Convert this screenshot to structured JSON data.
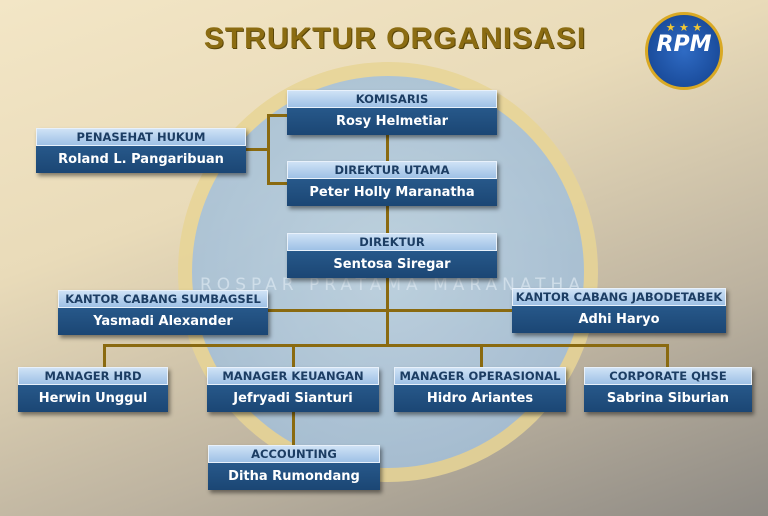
{
  "title": "STRUKTUR ORGANISASI",
  "logo": {
    "text": "RPM",
    "subtitle": "ROSPAR PRATAMA MARANATHA"
  },
  "watermark": "ROSPAR PRATAMA MARANATHA",
  "positions": [
    {
      "role": "KOMISARIS",
      "name": "Rosy Helmetiar"
    },
    {
      "role": "DIREKTUR UTAMA",
      "name": "Peter Holly Maranatha"
    },
    {
      "role": "DIREKTUR",
      "name": "Sentosa Siregar"
    },
    {
      "role": "PENASEHAT HUKUM",
      "name": "Roland L. Pangaribuan"
    },
    {
      "role": "KANTOR CABANG SUMBAGSEL",
      "name": "Yasmadi Alexander"
    },
    {
      "role": "KANTOR CABANG JABODETABEK",
      "name": "Adhi Haryo"
    },
    {
      "role": "MANAGER HRD",
      "name": "Herwin Unggul"
    },
    {
      "role": "MANAGER KEUANGAN",
      "name": "Jefryadi Sianturi"
    },
    {
      "role": "MANAGER OPERASIONAL",
      "name": "Hidro Ariantes"
    },
    {
      "role": "CORPORATE QHSE",
      "name": "Sabrina Siburian"
    },
    {
      "role": "ACCOUNTING",
      "name": "Ditha Rumondang"
    }
  ]
}
